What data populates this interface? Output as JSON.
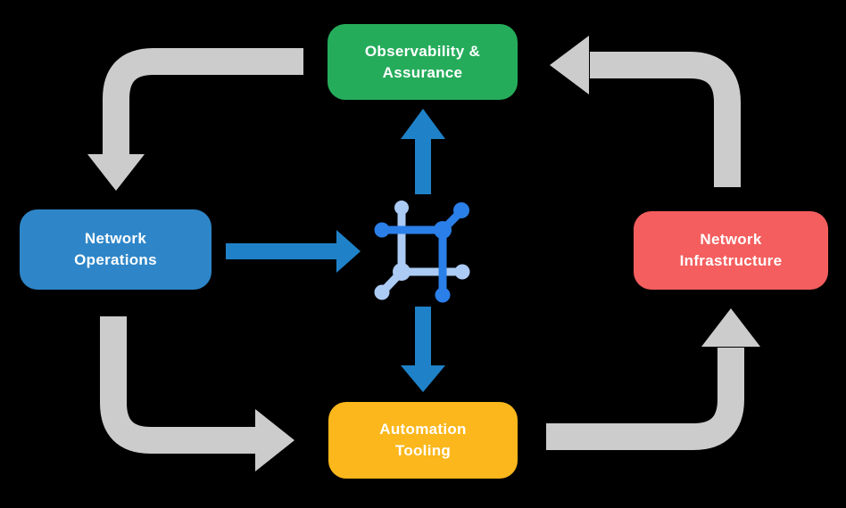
{
  "nodes": {
    "observability": {
      "lines": [
        "Observability &",
        "Assurance"
      ],
      "color": "#25AC5B"
    },
    "operations": {
      "lines": [
        "Network",
        "Operations"
      ],
      "color": "#2E86C8"
    },
    "infrastructure": {
      "lines": [
        "Network",
        "Infrastructure"
      ],
      "color": "#F45E5E"
    },
    "automation": {
      "lines": [
        "Automation",
        "Tooling"
      ],
      "color": "#FBB71B"
    }
  },
  "colors": {
    "background": "#000000",
    "cycle_arrow": "#CCCCCC",
    "flow_arrow": "#1F82C9",
    "icon_primary": "#2B7FE8",
    "icon_secondary": "#ABCBF4",
    "node_text": "#FFFFFF"
  },
  "icon": {
    "name": "network-automation-icon"
  }
}
